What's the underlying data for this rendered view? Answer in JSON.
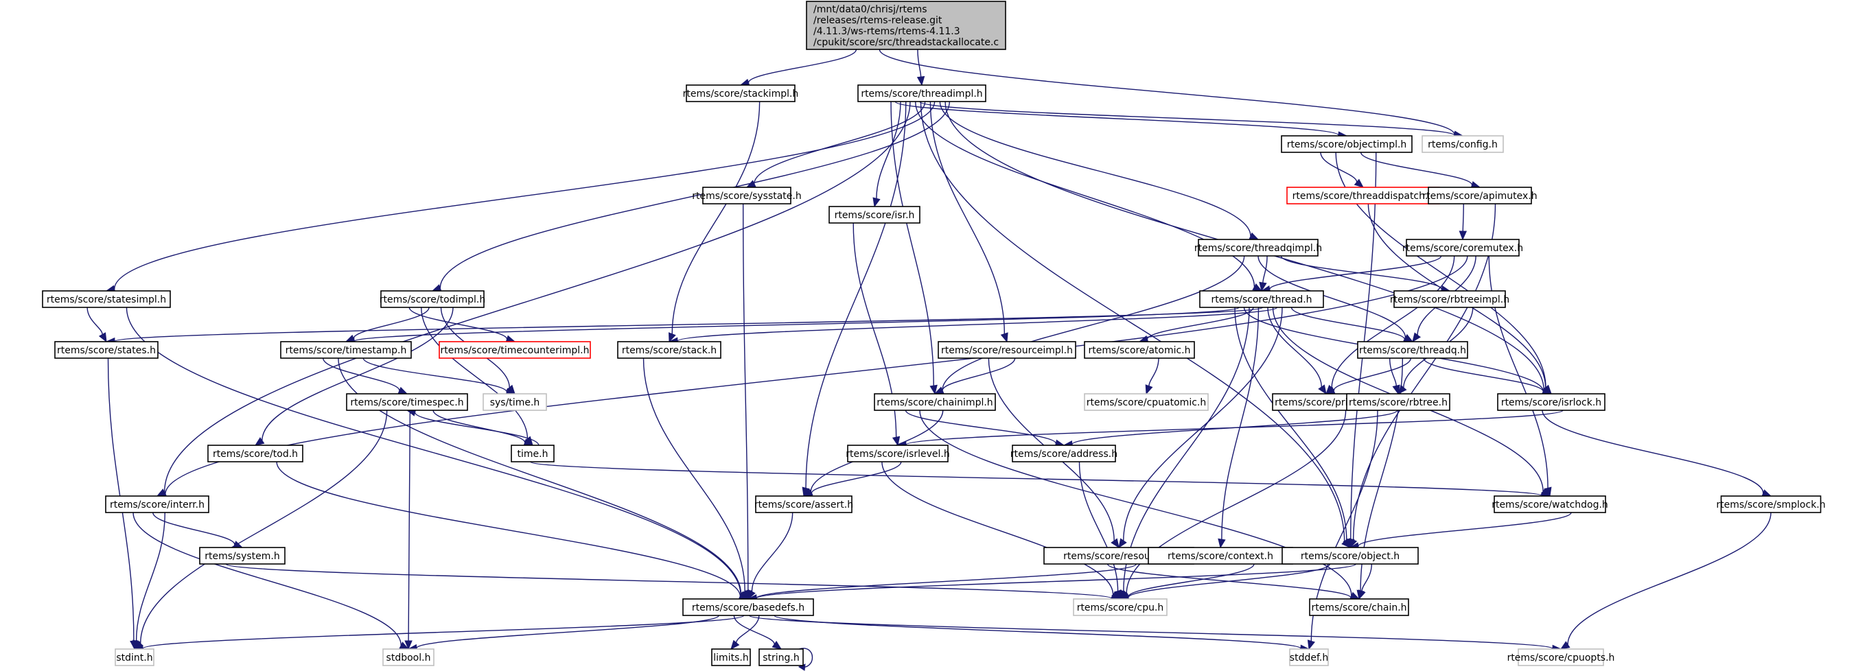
{
  "title": "Include dependency graph for threadstackallocate.c",
  "nodes": [
    {
      "id": "root",
      "kind": "root",
      "lines": [
        "/mnt/data0/chrisj/rtems",
        "/releases/rtems-release.git",
        "/4.11.3/ws-rtems/rtems-4.11.3",
        "/cpukit/score/src/threadstackallocate.c"
      ]
    },
    {
      "id": "stackimpl",
      "kind": "normal",
      "label": "rtems/score/stackimpl.h"
    },
    {
      "id": "threadimpl",
      "kind": "normal",
      "label": "rtems/score/threadimpl.h"
    },
    {
      "id": "config",
      "kind": "missing",
      "label": "rtems/config.h"
    },
    {
      "id": "objectimpl",
      "kind": "normal",
      "label": "rtems/score/objectimpl.h"
    },
    {
      "id": "threaddispatch",
      "kind": "red",
      "label": "rtems/score/threaddispatch.h"
    },
    {
      "id": "apimutex",
      "kind": "normal",
      "label": "rtems/score/apimutex.h"
    },
    {
      "id": "sysstate",
      "kind": "normal",
      "label": "rtems/score/sysstate.h"
    },
    {
      "id": "isr",
      "kind": "normal",
      "label": "rtems/score/isr.h"
    },
    {
      "id": "threadqimpl",
      "kind": "normal",
      "label": "rtems/score/threadqimpl.h"
    },
    {
      "id": "coremutex",
      "kind": "normal",
      "label": "rtems/score/coremutex.h"
    },
    {
      "id": "statesimpl",
      "kind": "normal",
      "label": "rtems/score/statesimpl.h"
    },
    {
      "id": "todimpl",
      "kind": "normal",
      "label": "rtems/score/todimpl.h"
    },
    {
      "id": "thread",
      "kind": "normal",
      "label": "rtems/score/thread.h"
    },
    {
      "id": "rbtreeimpl",
      "kind": "normal",
      "label": "rtems/score/rbtreeimpl.h"
    },
    {
      "id": "states",
      "kind": "normal",
      "label": "rtems/score/states.h"
    },
    {
      "id": "timestamp",
      "kind": "normal",
      "label": "rtems/score/timestamp.h"
    },
    {
      "id": "timecounterimpl",
      "kind": "red",
      "label": "rtems/score/timecounterimpl.h"
    },
    {
      "id": "stack",
      "kind": "normal",
      "label": "rtems/score/stack.h"
    },
    {
      "id": "resourceimpl",
      "kind": "normal",
      "label": "rtems/score/resourceimpl.h"
    },
    {
      "id": "atomic",
      "kind": "normal",
      "label": "rtems/score/atomic.h"
    },
    {
      "id": "threadq",
      "kind": "normal",
      "label": "rtems/score/threadq.h"
    },
    {
      "id": "timespec",
      "kind": "normal",
      "label": "rtems/score/timespec.h"
    },
    {
      "id": "systime",
      "kind": "missing",
      "label": "sys/time.h"
    },
    {
      "id": "chainimpl",
      "kind": "normal",
      "label": "rtems/score/chainimpl.h"
    },
    {
      "id": "cpuatomic",
      "kind": "missing",
      "label": "rtems/score/cpuatomic.h"
    },
    {
      "id": "priority",
      "kind": "normal",
      "label": "rtems/score/priority.h"
    },
    {
      "id": "rbtree",
      "kind": "normal",
      "label": "rtems/score/rbtree.h"
    },
    {
      "id": "isrlock",
      "kind": "normal",
      "label": "rtems/score/isrlock.h"
    },
    {
      "id": "tod",
      "kind": "normal",
      "label": "rtems/score/tod.h"
    },
    {
      "id": "timeh",
      "kind": "normal",
      "label": "time.h"
    },
    {
      "id": "isrlevel",
      "kind": "normal",
      "label": "rtems/score/isrlevel.h"
    },
    {
      "id": "address",
      "kind": "normal",
      "label": "rtems/score/address.h"
    },
    {
      "id": "interr",
      "kind": "normal",
      "label": "rtems/score/interr.h"
    },
    {
      "id": "assert",
      "kind": "normal",
      "label": "rtems/score/assert.h"
    },
    {
      "id": "watchdog",
      "kind": "normal",
      "label": "rtems/score/watchdog.h"
    },
    {
      "id": "smplock",
      "kind": "normal",
      "label": "rtems/score/smplock.h"
    },
    {
      "id": "system",
      "kind": "normal",
      "label": "rtems/system.h"
    },
    {
      "id": "resource",
      "kind": "normal",
      "label": "rtems/score/resource.h"
    },
    {
      "id": "context",
      "kind": "normal",
      "label": "rtems/score/context.h"
    },
    {
      "id": "object",
      "kind": "normal",
      "label": "rtems/score/object.h"
    },
    {
      "id": "basedefs",
      "kind": "normal",
      "label": "rtems/score/basedefs.h"
    },
    {
      "id": "cpu",
      "kind": "missing",
      "label": "rtems/score/cpu.h"
    },
    {
      "id": "chain",
      "kind": "normal",
      "label": "rtems/score/chain.h"
    },
    {
      "id": "stdint",
      "kind": "missing",
      "label": "stdint.h"
    },
    {
      "id": "stdbool",
      "kind": "missing",
      "label": "stdbool.h"
    },
    {
      "id": "limits",
      "kind": "normal",
      "label": "limits.h"
    },
    {
      "id": "string",
      "kind": "normal",
      "label": "string.h"
    },
    {
      "id": "stddef",
      "kind": "missing",
      "label": "stddef.h"
    },
    {
      "id": "cpuopts",
      "kind": "missing",
      "label": "rtems/score/cpuopts.h"
    }
  ],
  "edges": [
    [
      "root",
      "stackimpl"
    ],
    [
      "root",
      "threadimpl"
    ],
    [
      "root",
      "config"
    ],
    [
      "stackimpl",
      "stack"
    ],
    [
      "threadimpl",
      "config"
    ],
    [
      "threadimpl",
      "objectimpl"
    ],
    [
      "threadimpl",
      "statesimpl"
    ],
    [
      "threadimpl",
      "interr"
    ],
    [
      "threadimpl",
      "todimpl"
    ],
    [
      "threadimpl",
      "sysstate"
    ],
    [
      "threadimpl",
      "isr"
    ],
    [
      "threadimpl",
      "threadqimpl"
    ],
    [
      "threadimpl",
      "thread"
    ],
    [
      "threadimpl",
      "chainimpl"
    ],
    [
      "threadimpl",
      "resourceimpl"
    ],
    [
      "threadimpl",
      "assert"
    ],
    [
      "threadimpl",
      "isrlock"
    ],
    [
      "threadimpl",
      "object"
    ],
    [
      "objectimpl",
      "threaddispatch"
    ],
    [
      "objectimpl",
      "apimutex"
    ],
    [
      "objectimpl",
      "isrlock"
    ],
    [
      "objectimpl",
      "object"
    ],
    [
      "threaddispatch",
      "isrlock"
    ],
    [
      "apimutex",
      "coremutex"
    ],
    [
      "apimutex",
      "object"
    ],
    [
      "sysstate",
      "basedefs"
    ],
    [
      "isr",
      "isrlevel"
    ],
    [
      "threadqimpl",
      "thread"
    ],
    [
      "threadqimpl",
      "chainimpl"
    ],
    [
      "threadqimpl",
      "rbtreeimpl"
    ],
    [
      "threadqimpl",
      "threadq"
    ],
    [
      "coremutex",
      "thread"
    ],
    [
      "coremutex",
      "threadq"
    ],
    [
      "coremutex",
      "priority"
    ],
    [
      "coremutex",
      "watchdog"
    ],
    [
      "coremutex",
      "interr"
    ],
    [
      "statesimpl",
      "states"
    ],
    [
      "statesimpl",
      "basedefs"
    ],
    [
      "todimpl",
      "timestamp"
    ],
    [
      "todimpl",
      "timecounterimpl"
    ],
    [
      "todimpl",
      "systime"
    ],
    [
      "todimpl",
      "timeh"
    ],
    [
      "todimpl",
      "tod"
    ],
    [
      "thread",
      "states"
    ],
    [
      "thread",
      "timestamp"
    ],
    [
      "thread",
      "stack"
    ],
    [
      "thread",
      "atomic"
    ],
    [
      "thread",
      "threadq"
    ],
    [
      "thread",
      "priority"
    ],
    [
      "thread",
      "isrlock"
    ],
    [
      "thread",
      "resource"
    ],
    [
      "thread",
      "context"
    ],
    [
      "thread",
      "object"
    ],
    [
      "thread",
      "watchdog"
    ],
    [
      "thread",
      "cpu"
    ],
    [
      "rbtreeimpl",
      "rbtree"
    ],
    [
      "states",
      "stdint"
    ],
    [
      "timestamp",
      "timespec"
    ],
    [
      "timestamp",
      "systime"
    ],
    [
      "timestamp",
      "basedefs"
    ],
    [
      "stack",
      "basedefs"
    ],
    [
      "resourceimpl",
      "chainimpl"
    ],
    [
      "resourceimpl",
      "resource"
    ],
    [
      "atomic",
      "cpuatomic"
    ],
    [
      "threadq",
      "priority"
    ],
    [
      "threadq",
      "rbtree"
    ],
    [
      "threadq",
      "isrlock"
    ],
    [
      "threadq",
      "chain"
    ],
    [
      "timespec",
      "timeh"
    ],
    [
      "timespec",
      "stdbool"
    ],
    [
      "timespec",
      "stdint"
    ],
    [
      "timeh",
      "timespec"
    ],
    [
      "timeh",
      "watchdog"
    ],
    [
      "chainimpl",
      "address"
    ],
    [
      "chainimpl",
      "assert"
    ],
    [
      "chainimpl",
      "chain"
    ],
    [
      "priority",
      "cpu"
    ],
    [
      "rbtree",
      "address"
    ],
    [
      "rbtree",
      "stddef"
    ],
    [
      "isrlock",
      "isrlevel"
    ],
    [
      "isrlock",
      "smplock"
    ],
    [
      "tod",
      "basedefs"
    ],
    [
      "isrlevel",
      "assert"
    ],
    [
      "isrlevel",
      "cpu"
    ],
    [
      "address",
      "cpu"
    ],
    [
      "interr",
      "system"
    ],
    [
      "interr",
      "stdbool"
    ],
    [
      "interr",
      "stdint"
    ],
    [
      "assert",
      "basedefs"
    ],
    [
      "watchdog",
      "object"
    ],
    [
      "smplock",
      "cpuopts"
    ],
    [
      "system",
      "cpu"
    ],
    [
      "resource",
      "basedefs"
    ],
    [
      "resource",
      "chain"
    ],
    [
      "context",
      "cpu"
    ],
    [
      "object",
      "basedefs"
    ],
    [
      "object",
      "cpu"
    ],
    [
      "object",
      "chain"
    ],
    [
      "basedefs",
      "stdint"
    ],
    [
      "basedefs",
      "stdbool"
    ],
    [
      "basedefs",
      "limits"
    ],
    [
      "basedefs",
      "string"
    ],
    [
      "basedefs",
      "stddef"
    ],
    [
      "basedefs",
      "cpuopts"
    ],
    [
      "string",
      "string"
    ]
  ]
}
